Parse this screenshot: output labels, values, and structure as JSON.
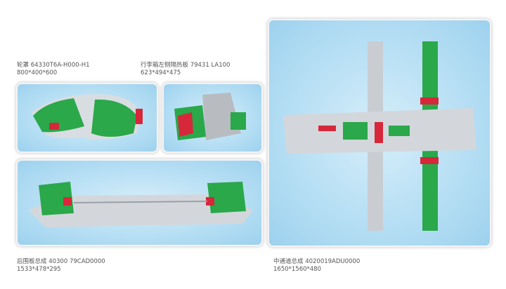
{
  "parts": [
    {
      "name": "轮罩  64330T6A-H000-H1",
      "size": "800*400*600"
    },
    {
      "name": "行李箱左侧隔热板   79431  LA100",
      "size": "623*494*475"
    },
    {
      "name": "后围板总成  40300  79CAD0000",
      "size": "1533*478*295"
    },
    {
      "name": "中通道总成  4020019ADU0000",
      "size": "1650*1560*480"
    }
  ],
  "colors": {
    "panel": "#a9d8f1",
    "metal": "#c9cdd2",
    "green": "#2aa84a",
    "red": "#d6283a"
  }
}
